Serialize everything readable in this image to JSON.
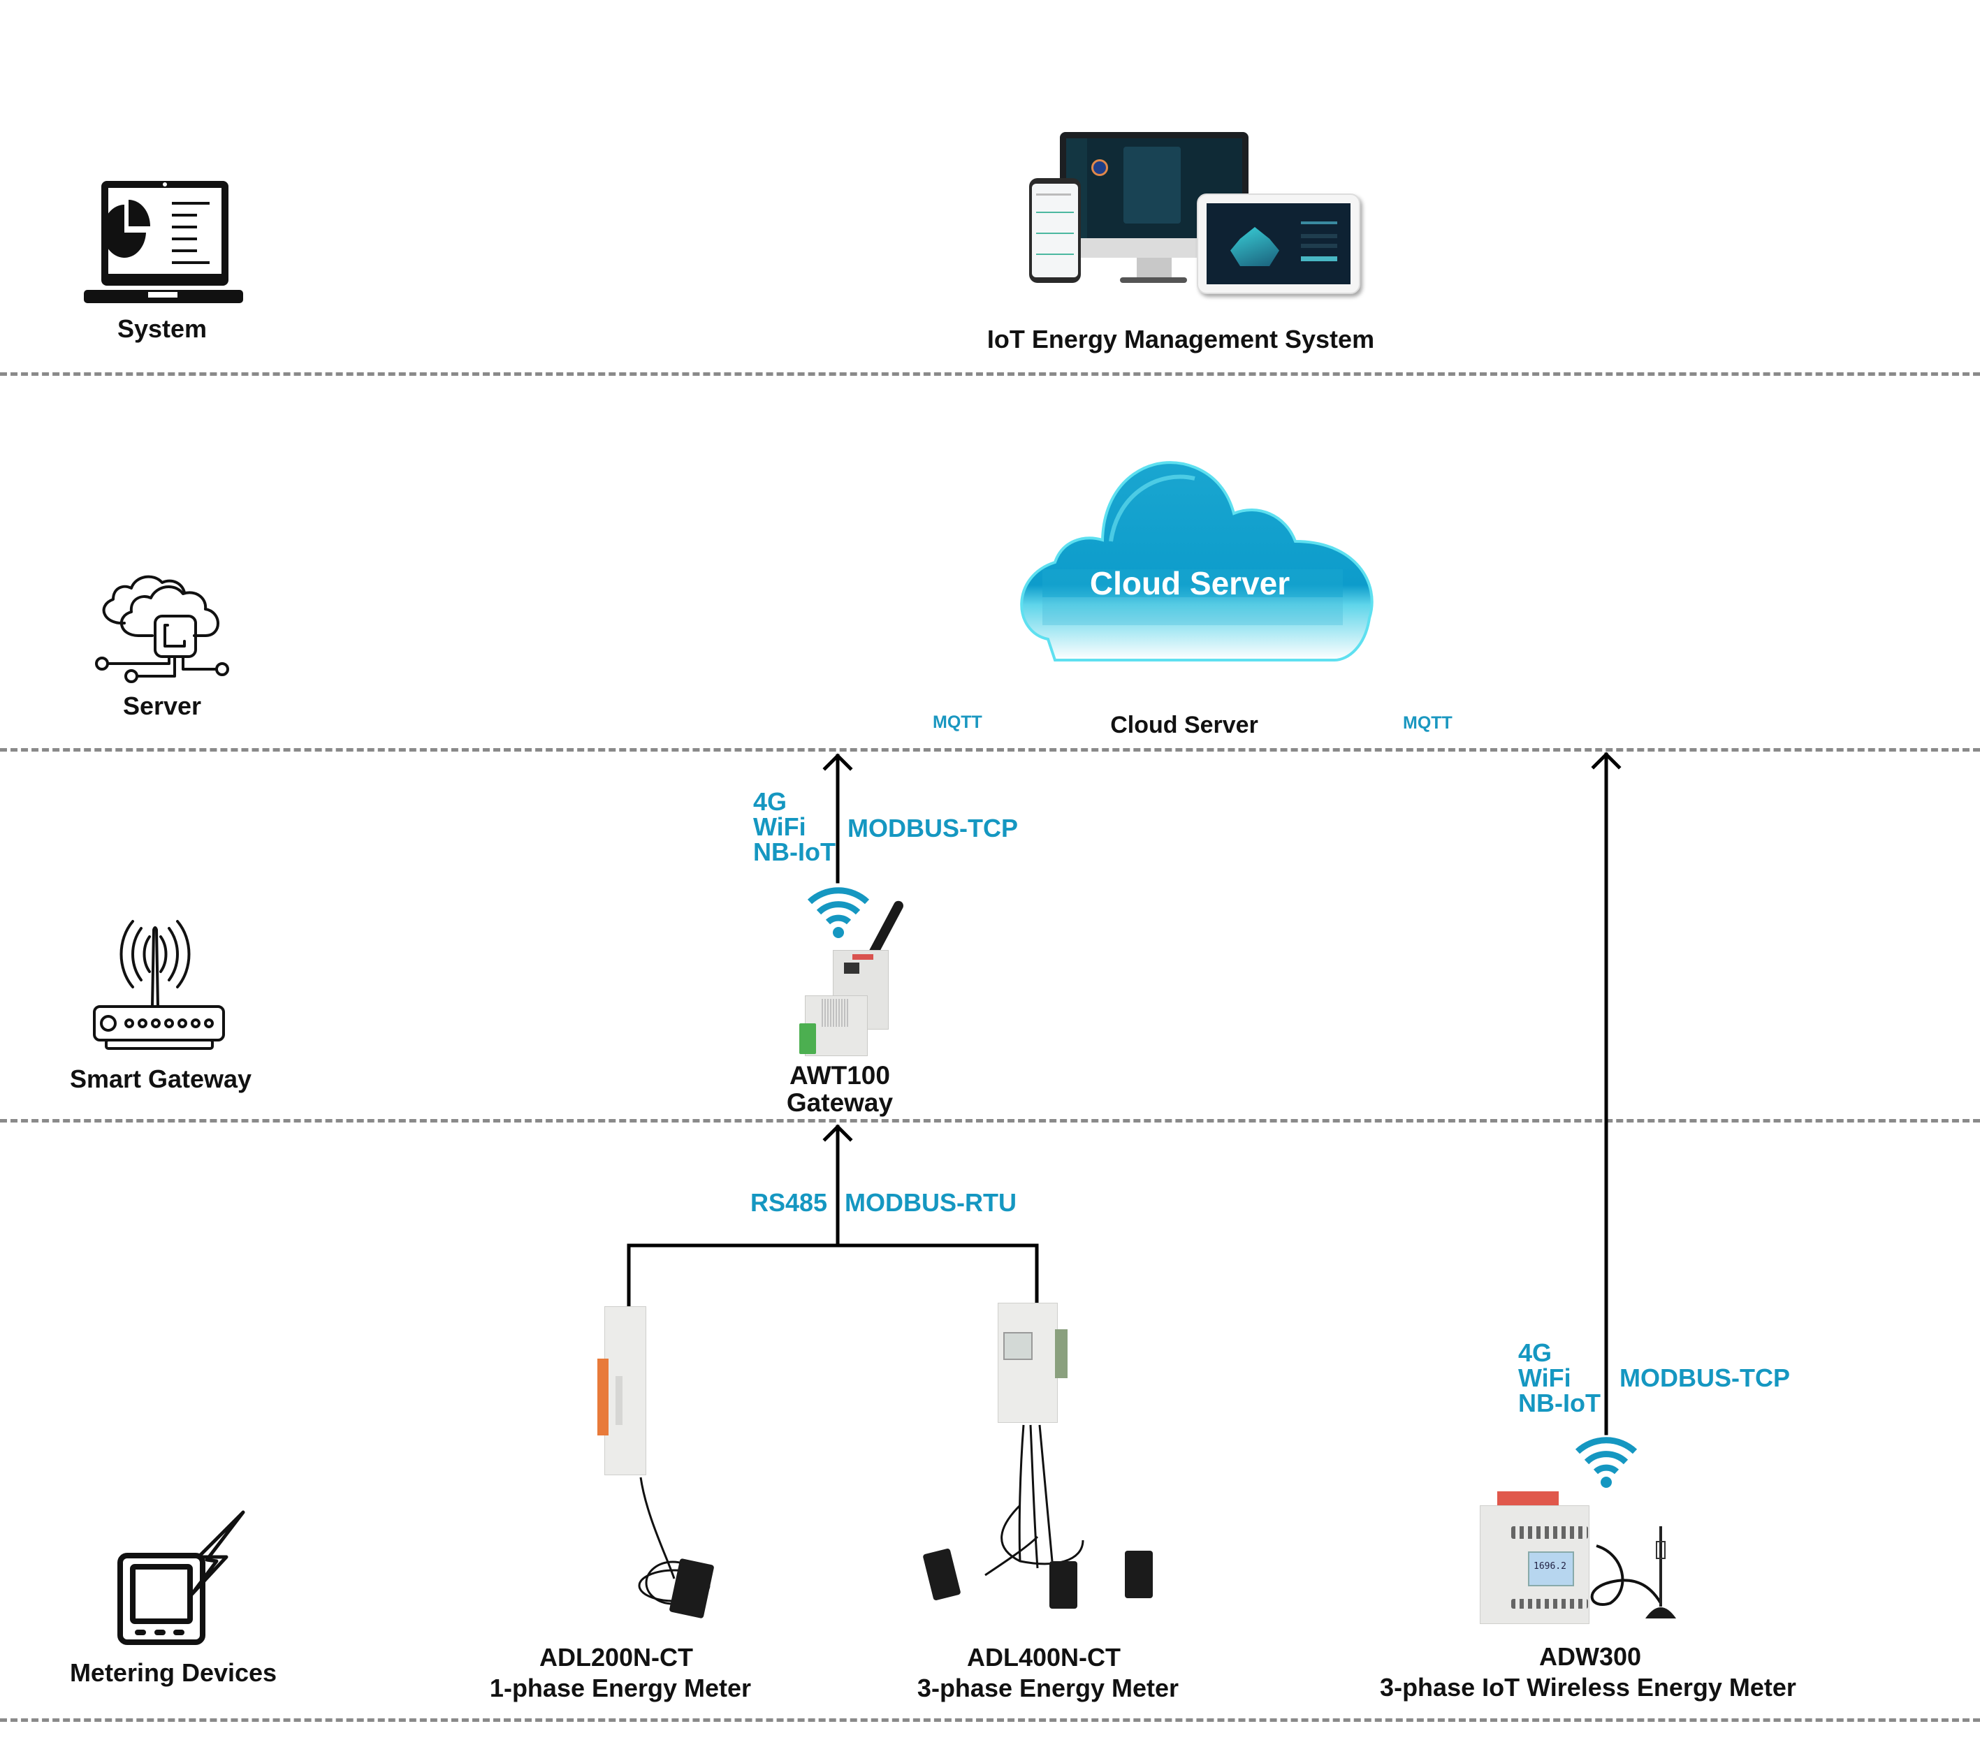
{
  "tiers": [
    {
      "id": "system",
      "label": "System",
      "icon": "laptop-chart-icon"
    },
    {
      "id": "server",
      "label": "Server",
      "icon": "cloud-chip-icon"
    },
    {
      "id": "gateway",
      "label": "Smart Gateway",
      "icon": "router-icon"
    },
    {
      "id": "metering",
      "label": "Metering Devices",
      "icon": "meter-lightning-icon"
    }
  ],
  "system_layer": {
    "title": "IoT Energy Management System"
  },
  "server_layer": {
    "cloud_text": "Cloud Server",
    "caption": "Cloud Server",
    "mqtt_left": "MQTT",
    "mqtt_right": "MQTT"
  },
  "gateway_link": {
    "networks": [
      "4G",
      "WiFi",
      "NB-IoT"
    ],
    "protocol": "MODBUS-TCP"
  },
  "gateway_device": {
    "model": "AWT100",
    "type": "Gateway"
  },
  "bus_link": {
    "medium": "RS485",
    "protocol": "MODBUS-RTU"
  },
  "meters": [
    {
      "model": "ADL200N-CT",
      "desc": "1-phase Energy Meter"
    },
    {
      "model": "ADL400N-CT",
      "desc": "3-phase Energy Meter"
    },
    {
      "model": "ADW300",
      "desc": "3-phase IoT Wireless Energy Meter",
      "networks": [
        "4G",
        "WiFi",
        "NB-IoT"
      ],
      "protocol": "MODBUS-TCP",
      "display_reading": "1696.2"
    }
  ],
  "colors": {
    "accent": "#1597c1",
    "divider": "#8a8a8a",
    "line": "#000000"
  }
}
